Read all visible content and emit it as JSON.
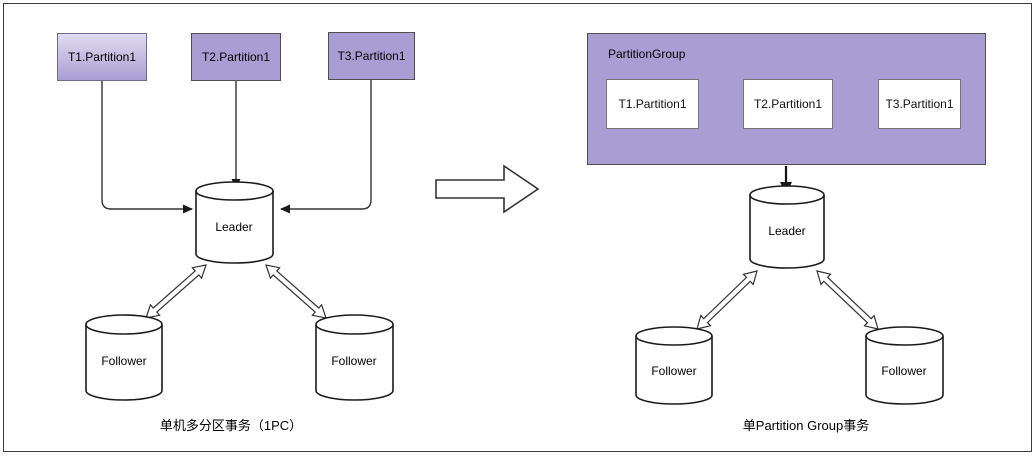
{
  "colors": {
    "partition_purple": "#a99ed4",
    "partition_gradient_top": "#e0dcf1",
    "group_purple": "#a99ed4",
    "box_border": "#4f4f4f",
    "line": "#1a1a1a"
  },
  "left_diagram": {
    "partitions": [
      "T1.Partition1",
      "T2.Partition1",
      "T3.Partition1"
    ],
    "leader": "Leader",
    "followers": [
      "Follower",
      "Follower"
    ],
    "caption": "单机多分区事务（1PC）"
  },
  "right_diagram": {
    "group_title": "PartitionGroup",
    "partitions": [
      "T1.Partition1",
      "T2.Partition1",
      "T3.Partition1"
    ],
    "leader": "Leader",
    "followers": [
      "Follower",
      "Follower"
    ],
    "caption": "单Partition Group事务"
  }
}
